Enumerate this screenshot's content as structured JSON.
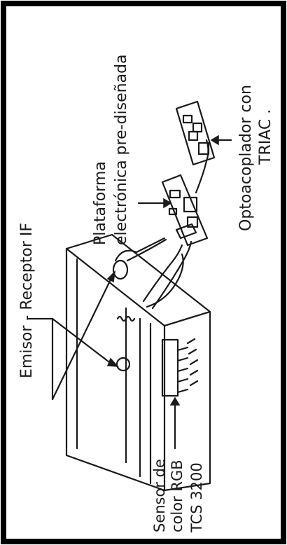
{
  "labels": {
    "emisor_receptor": "Emisor - Receptor IF",
    "plataforma_line1": "Plataforma",
    "plataforma_line2": "electrónica pre-diseñada",
    "optoacoplador_line1": "Optoacoplador con",
    "optoacoplador_line2": "TRIAC .",
    "sensor_line1": "Sensor de",
    "sensor_line2": "color RGB",
    "sensor_line3": "TCS 3200"
  },
  "colors": {
    "ink": "#1a1a1a",
    "background": "#ffffff",
    "border": "#000000"
  }
}
